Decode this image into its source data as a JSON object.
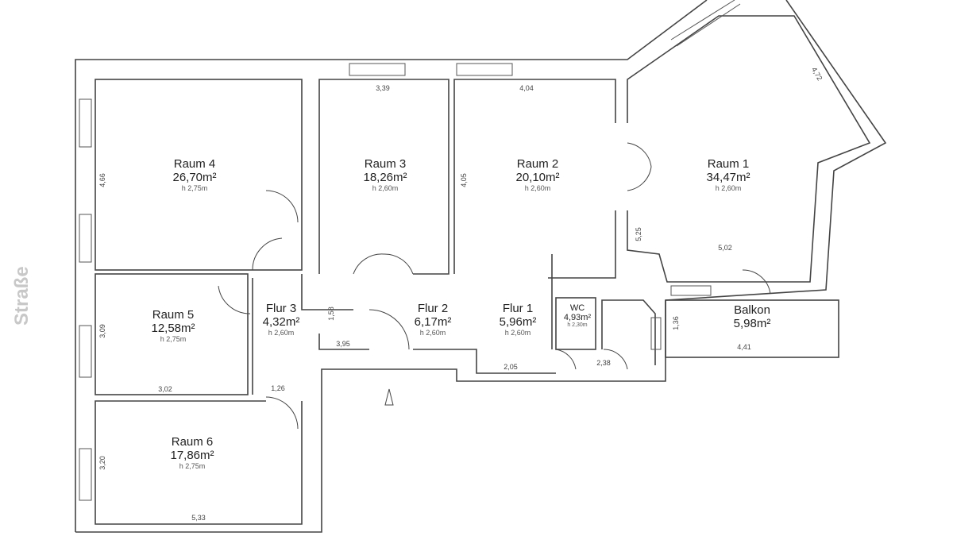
{
  "street_label": "Straße",
  "rooms": [
    {
      "name": "Raum 4",
      "area": "26,70m²",
      "height": "h 2,75m"
    },
    {
      "name": "Raum 3",
      "area": "18,26m²",
      "height": "h 2,60m"
    },
    {
      "name": "Raum 2",
      "area": "20,10m²",
      "height": "h 2,60m"
    },
    {
      "name": "Raum 1",
      "area": "34,47m²",
      "height": "h 2,60m"
    },
    {
      "name": "Raum 5",
      "area": "12,58m²",
      "height": "h 2,75m"
    },
    {
      "name": "Raum 6",
      "area": "17,86m²",
      "height": "h 2,75m"
    },
    {
      "name": "Flur 3",
      "area": "4,32m²",
      "height": "h 2,60m"
    },
    {
      "name": "Flur 2",
      "area": "6,17m²",
      "height": "h 2,60m"
    },
    {
      "name": "Flur 1",
      "area": "5,96m²",
      "height": "h 2,60m"
    },
    {
      "name": "WC",
      "area": "4,93m²",
      "height": "h 2,30m"
    },
    {
      "name": "Balkon",
      "area": "5,98m²"
    }
  ],
  "dimensions": [
    "3,39",
    "4,04",
    "4,72",
    "4,66",
    "4,05",
    "5,25",
    "5,02",
    "1,58",
    "3,95",
    "1,26",
    "3,02",
    "3,09",
    "3,20",
    "5,33",
    "2,05",
    "2,38",
    "1,36",
    "4,41"
  ]
}
